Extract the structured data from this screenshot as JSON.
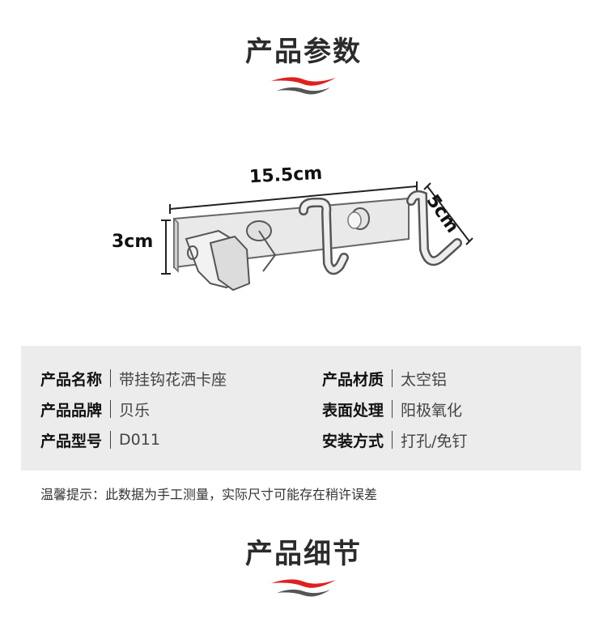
{
  "section_titles": {
    "params": "产品参数",
    "details": "产品细节"
  },
  "dimensions": {
    "length": "15.5cm",
    "width": "5cm",
    "height": "3cm"
  },
  "params_left": [
    {
      "label": "产品名称",
      "value": "带挂钩花洒卡座"
    },
    {
      "label": "产品品牌",
      "value": "贝乐"
    },
    {
      "label": "产品型号",
      "value": "D011"
    }
  ],
  "params_right": [
    {
      "label": "产品材质",
      "value": "太空铝"
    },
    {
      "label": "表面处理",
      "value": "阳极氧化"
    },
    {
      "label": "安装方式",
      "value": "打孔/免钉"
    }
  ],
  "note": "温馨提示：此数据为手工测量，实际尺寸可能存在稍许误差",
  "colors": {
    "accent_red": "#e02020",
    "accent_gray": "#555555"
  }
}
